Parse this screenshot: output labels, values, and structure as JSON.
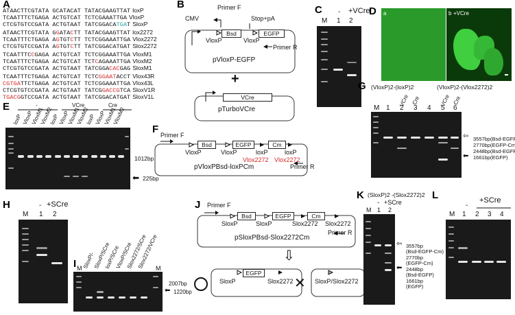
{
  "panels": {
    "A": "A",
    "B": "B",
    "C": "C",
    "D": "D",
    "E": "E",
    "F": "F",
    "G": "G",
    "H": "H",
    "I": "I",
    "J": "J",
    "K": "K",
    "L": "L"
  },
  "panel_a": {
    "rows": [
      {
        "seq": "ATAACTTCGTATA GCATACAT TATACGAAGTTAT",
        "name": "loxP"
      },
      {
        "seq": "TCAATTTCTGAGA ACTGTCAT TCTCGAAATTGA",
        "name": "VloxP"
      },
      {
        "seq": "CTCGTGTCCGATA ACTGTAAT TATCGGACATGAT",
        "name": "SloxP"
      },
      {
        "seq": "ATAACTTCGTATA GGATACTT TATACGAAGTTAT",
        "name": "lox2272"
      },
      {
        "seq": "TCAATTTCTGAGA AGTGTCTT TCTCGGAAATTGA",
        "name": "Vlox2272"
      },
      {
        "seq": "CTCGTGTCCGATA AGTGTCTT TATCGGACATGAT",
        "name": "Slox2272"
      },
      {
        "seq": "TCAATTTCCGAGA ACTGTCAT TCTCGGAAATTGA",
        "name": "VloxM1"
      },
      {
        "seq": "TCAATTTCTGAGA ACTGTCAT TCTCAGAAATTGA",
        "name": "VloxM2"
      },
      {
        "seq": "CTCGTGTCCGATA ACTGTAAT TATCGGACACGAG",
        "name": "SloxM1"
      },
      {
        "seq": "TCAATTTCTGAGA ACTGTCAT TCTCGGAATACCT",
        "name": "Vlox43R"
      },
      {
        "seq": "CGTGATTCTGAGA ACTGTCAT TCTCGGAAATTGA",
        "name": "Vlox43L"
      },
      {
        "seq": "CTCGTGTCCGATA ACTGTAAT TATCGGACCGTCA",
        "name": "SloxV1R"
      },
      {
        "seq": "TGACGGTCCGATA ACTGTAAT TATCGGACATGAT",
        "name": "SloxV1L"
      }
    ]
  },
  "panel_b": {
    "primer_f": "Primer F",
    "cmv": "CMV",
    "stop": "Stop+pA",
    "bsd": "Bsd",
    "egfp": "EGFP",
    "vloxp1": "VloxP",
    "vloxp2": "VloxP",
    "primer_r": "Primer R",
    "plasmid1": "pVloxP-EGFP",
    "plus": "+",
    "vcre": "VCre",
    "plasmid2": "pTurboVCre"
  },
  "panel_c": {
    "m": "M",
    "l1": "1",
    "l2": "2",
    "minus": "-",
    "plus": "+VCre"
  },
  "panel_d": {
    "a": "a",
    "b": "b",
    "bvcre": "+VCre"
  },
  "panel_e": {
    "groups": [
      "-",
      "VCre",
      "Cre"
    ],
    "lanes": [
      "loxP",
      "VloxP",
      "VloxM1",
      "VloxM2",
      "loxP",
      "VloxP",
      "VloxM1",
      "VloxM2",
      "loxP",
      "VloxP",
      "VloxM1",
      "VloxM2"
    ],
    "bp1": "1012bp",
    "bp2": "225bp"
  },
  "panel_f": {
    "primer_f": "Primer F",
    "bsd": "Bsd",
    "egfp": "EGFP",
    "cm": "Cm",
    "vloxp1": "VloxP",
    "vloxp2": "VloxP",
    "loxp1": "loxP",
    "loxp2": "loxP",
    "vlox2272a": "Vlox2272",
    "vlox2272b": "Vlox2272",
    "primer_r": "Primer R",
    "plasmid": "pVloxPBsd-loxPCm"
  },
  "panel_g": {
    "title1": "(VloxP)2-(loxP)2",
    "title2": "(VloxP)2-(Vlox2272)2",
    "m": "M",
    "lanes": [
      "1",
      "2",
      "3",
      "4",
      "5",
      "6"
    ],
    "vcre": "VCre",
    "cre": "Cre",
    "b1": "3557bp(Bsd-EGFP-Cm)",
    "b2": "2770bp(EGFP-Cm)",
    "b3": "2448bp(Bsd-EGFP)",
    "b4": "1661bp(EGFP)"
  },
  "panel_h": {
    "minus": "-",
    "plus": "+SCre",
    "m": "M",
    "l1": "1",
    "l2": "2"
  },
  "panel_i": {
    "m1": "M",
    "m2": "M",
    "lanes": [
      "SloxP/-",
      "SloxP/SCre",
      "loxP/SCre",
      "VloxP/SCre",
      "Slox2272/SCre",
      "Slox2272/VCre"
    ],
    "bp1": "2007bp",
    "bp2": "1220bp",
    "sloxp": "SloxP",
    "egfp": "EGFP",
    "slox2272": "Slox2272",
    "target": "SloxP/Slox2272"
  },
  "panel_j": {
    "primer_f": "Primer F",
    "bsd": "Bsd",
    "egfp": "EGFP",
    "cm": "Cm",
    "sloxp1": "SloxP",
    "sloxp2": "SloxP",
    "slox2272a": "Slox2272",
    "slox2272b": "Slox2272",
    "primer_r": "Primer R",
    "plasmid": "pSloxPBsd-Slox2272Cm"
  },
  "panel_k": {
    "title": "(SloxP)2 -(Slox2272)2",
    "m": "M",
    "l1": "1",
    "l2": "2",
    "minus": "-",
    "plus": "+SCre",
    "b1a": "3557bp",
    "b1b": "(Bsd-EGFP-Cm)",
    "b2a": "2770bp",
    "b2b": "(EGFP-Cm)",
    "b3a": "2448bp",
    "b3b": "(Bsd-EGFP)",
    "b4a": "1661bp",
    "b4b": "(EGFP)"
  },
  "panel_l": {
    "minus": "-",
    "plus": "+SCre",
    "m": "M",
    "lanes": [
      "1",
      "2",
      "3",
      "4"
    ]
  },
  "colors": {
    "red": "#d42a2a",
    "teal": "#1aa3a3",
    "gfp": "#3fcf3f",
    "gel": "#1a1a1a"
  }
}
